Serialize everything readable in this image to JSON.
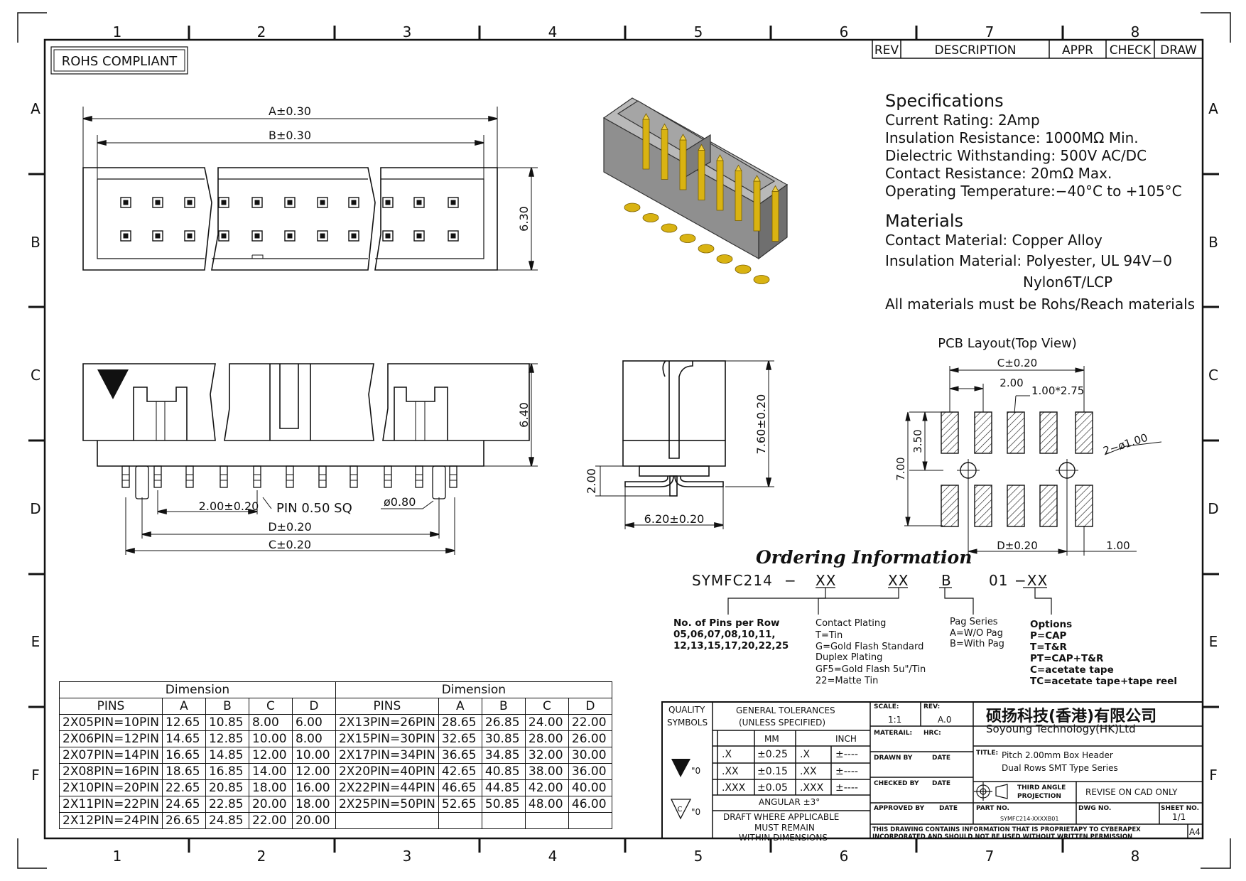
{
  "frame": {
    "col_numbers": [
      "1",
      "2",
      "3",
      "4",
      "5",
      "6",
      "7",
      "8"
    ],
    "row_letters": [
      "A",
      "B",
      "C",
      "D",
      "E",
      "F"
    ]
  },
  "badge": "ROHS COMPLIANT",
  "revision_table": {
    "headers": [
      "REV",
      "DESCRIPTION",
      "APPR",
      "CHECK",
      "DRAW"
    ]
  },
  "specifications": {
    "title": "Specifications",
    "lines": [
      "Current Rating:   2Amp",
      "Insulation Resistance: 1000MΩ Min.",
      "Dielectric Withstanding:   500V AC/DC",
      "Contact Resistance:   20mΩ Max.",
      "Operating Temperature:−40°C to +105°C"
    ]
  },
  "materials": {
    "title": "Materials",
    "contact": "Contact Material: Copper Alloy",
    "insulation": "Insulation Material: Polyester, UL 94V−0",
    "insulation2": "Nylon6T/LCP",
    "note": "All materials must be Rohs/Reach materials"
  },
  "top_view": {
    "dim_a": "A±0.30",
    "dim_b": "B±0.30",
    "height": "6.30"
  },
  "front_view": {
    "height": "6.40",
    "pitch": "2.00±0.20",
    "pin": "PIN 0.50 SQ",
    "post": "ø0.80",
    "dim_d": "D±0.20",
    "dim_c": "C±0.20"
  },
  "side_view": {
    "height": "7.60±0.20",
    "width": "6.20±0.20",
    "lead": "2.00"
  },
  "pcb_layout": {
    "title": "PCB Layout(Top View)",
    "dim_c": "C±0.20",
    "pitch": "2.00",
    "pad": "1.00*2.75",
    "holes": "2−ø1.00",
    "row_pitch": "3.50",
    "total": "7.00",
    "dim_d": "D±0.20",
    "offset": "1.00"
  },
  "ordering": {
    "title": "Ordering Information",
    "code": {
      "prefix": "SYMFC214",
      "dash": "−",
      "pins": "XX",
      "plating": "XX",
      "peg": "B",
      "mid": "01",
      "option": "−XX"
    },
    "pins_title": "No. of Pins per Row",
    "pins_line1": "05,06,07,08,10,11,",
    "pins_line2": "12,13,15,17,20,22,25",
    "plating_title": "Contact Plating",
    "plating_lines": [
      "T=Tin",
      "G=Gold Flash Standard",
      "Duplex Plating",
      "GF5=Gold Flash 5u\"/Tin",
      "22=Matte Tin"
    ],
    "peg_title": "Pag Series",
    "peg_lines": [
      "A=W/O Pag",
      "B=With Pag"
    ],
    "options_title": "Options",
    "options_lines": [
      "P=CAP",
      "T=T&R",
      "PT=CAP+T&R",
      "C=acetate tape",
      "TC=acetate tape+tape reel"
    ]
  },
  "dimension_table": {
    "group_title": "Dimension",
    "headers": [
      "PINS",
      "A",
      "B",
      "C",
      "D"
    ],
    "left": [
      [
        "2X05PIN=10PIN",
        "12.65",
        "10.85",
        "8.00",
        "6.00"
      ],
      [
        "2X06PIN=12PIN",
        "14.65",
        "12.85",
        "10.00",
        "8.00"
      ],
      [
        "2X07PIN=14PIN",
        "16.65",
        "14.85",
        "12.00",
        "10.00"
      ],
      [
        "2X08PIN=16PIN",
        "18.65",
        "16.85",
        "14.00",
        "12.00"
      ],
      [
        "2X10PIN=20PIN",
        "22.65",
        "20.85",
        "18.00",
        "16.00"
      ],
      [
        "2X11PIN=22PIN",
        "24.65",
        "22.85",
        "20.00",
        "18.00"
      ],
      [
        "2X12PIN=24PIN",
        "26.65",
        "24.85",
        "22.00",
        "20.00"
      ]
    ],
    "right": [
      [
        "2X13PIN=26PIN",
        "28.65",
        "26.85",
        "24.00",
        "22.00"
      ],
      [
        "2X15PIN=30PIN",
        "32.65",
        "30.85",
        "28.00",
        "26.00"
      ],
      [
        "2X17PIN=34PIN",
        "36.65",
        "34.85",
        "32.00",
        "30.00"
      ],
      [
        "2X20PIN=40PIN",
        "42.65",
        "40.85",
        "38.00",
        "36.00"
      ],
      [
        "2X22PIN=44PIN",
        "46.65",
        "44.85",
        "42.00",
        "40.00"
      ],
      [
        "2X25PIN=50PIN",
        "52.65",
        "50.85",
        "48.00",
        "46.00"
      ]
    ]
  },
  "title_block": {
    "quality": "QUALITY",
    "symbols": "SYMBOLS",
    "sym_suffix1": "\"0",
    "sym_suffix2": "\"0",
    "tol_title1": "GENERAL TOLERANCES",
    "tol_title2": "(UNLESS SPECIFIED)",
    "mm": "MM",
    "inch": "INCH",
    "tol_rows": [
      [
        ".X",
        "±0.25",
        ".X",
        "±----"
      ],
      [
        ".XX",
        "±0.15",
        ".XX",
        "±----"
      ],
      [
        ".XXX",
        "±0.05",
        ".XXX",
        "±----"
      ]
    ],
    "angular": "ANGULAR ±3°",
    "draft1": "DRAFT WHERE APPLICABLE",
    "draft2": "MUST REMAIN",
    "draft3": "WITHIN DIMENSIONS",
    "scale_label": "SCALE:",
    "scale": "1:1",
    "rev_label": "REV:",
    "rev": "A.0",
    "material_label": "MATERAIL:",
    "hrc_label": "HRC:",
    "drawn_by": "DRAWN BY",
    "checked_by": "CHECKED BY",
    "approved_by": "APPROVED BY",
    "date": "DATE",
    "company_cn": "硕扬科技(香港)有限公司",
    "company_en": "Soyoung Technology(HK)Ltd",
    "title_label": "TITLE:",
    "title1": "Pitch 2.00mm Box Header",
    "title2": "Dual Rows SMT Type Series",
    "projection1": "THIRD ANGLE",
    "projection2": "PROJECTION",
    "revise": "REVISE ON CAD ONLY",
    "part_label": "PART NO.",
    "part_no": "SYMFC214-XXXXB01",
    "dwg_label": "DWG NO.",
    "sheet_label": "SHEET NO.",
    "sheet": "1/1",
    "notice1": "THIS DRAWING CONTAINS INFORMATION THAT IS PROPRIETAPY TO CYBERAPEX",
    "notice2": "INCORPORATED AND SHOULD NOT BE USED WITHOUT WRITTEN PERMISSION",
    "size": "A4"
  },
  "colors": {
    "body_gray": "#8a8a8a",
    "body_light": "#b5b5b5",
    "gold": "#d9b312"
  }
}
